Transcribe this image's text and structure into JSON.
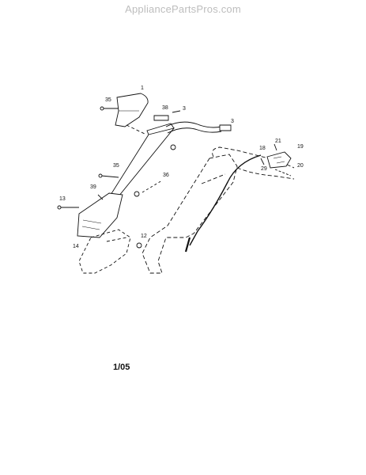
{
  "watermark": "AppliancePartsPros.com",
  "date_code": "1/05",
  "callouts": {
    "c1": "1",
    "c35a": "35",
    "c38": "38",
    "c3a": "3",
    "c3b": "3",
    "c35b": "35",
    "c36": "36",
    "c39": "39",
    "c13": "13",
    "c14": "14",
    "c12": "12",
    "c18": "18",
    "c21": "21",
    "c19": "19",
    "c20": "20",
    "c29": "29"
  }
}
